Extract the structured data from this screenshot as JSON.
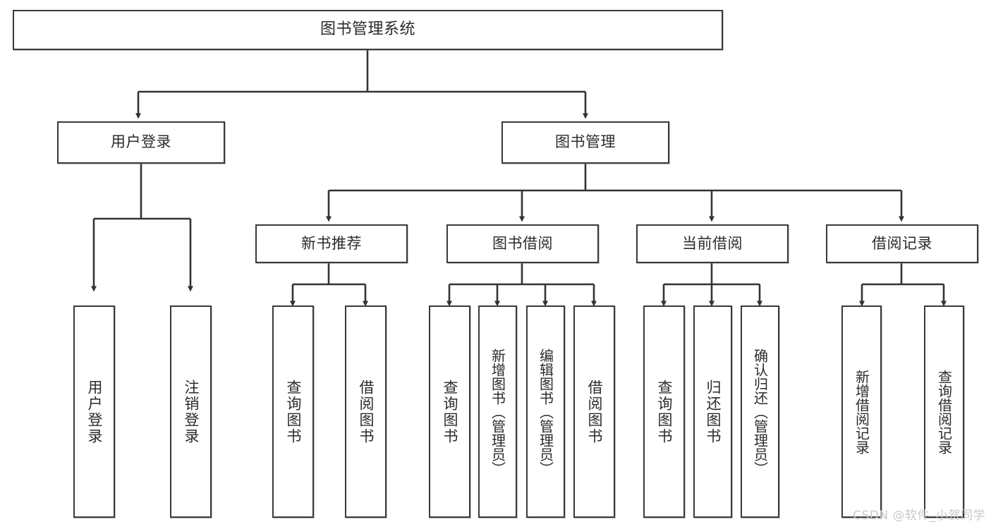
{
  "diagram": {
    "title": "图书管理系统",
    "type": "functional-structure-tree",
    "colors": {
      "background": "#ffffff",
      "border": "#3a3a3a",
      "connector": "#333333",
      "text": "#2b2b2b",
      "watermark": "#c9c9c9"
    },
    "levels": {
      "root": {
        "label": "图书管理系统"
      },
      "level2": [
        {
          "label": "用户登录"
        },
        {
          "label": "图书管理"
        }
      ],
      "level3": [
        {
          "label": "新书推荐"
        },
        {
          "label": "图书借阅"
        },
        {
          "label": "当前借阅"
        },
        {
          "label": "借阅记录"
        }
      ],
      "leaves": {
        "user_login": [
          {
            "label": "用户登录"
          },
          {
            "label": "注销登录"
          }
        ],
        "new_book_recommend": [
          {
            "label": "查询图书"
          },
          {
            "label": "借阅图书"
          }
        ],
        "book_borrow": [
          {
            "label": "查询图书"
          },
          {
            "label": "新增图书（管理员）"
          },
          {
            "label": "编辑图书（管理员）"
          },
          {
            "label": "借阅图书"
          }
        ],
        "current_borrow": [
          {
            "label": "查询图书"
          },
          {
            "label": "归还图书"
          },
          {
            "label": "确认归还（管理员）"
          }
        ],
        "borrow_record": [
          {
            "label": "新增借阅记录"
          },
          {
            "label": "查询借阅记录"
          }
        ]
      }
    }
  },
  "watermark": {
    "text": "CSDN @软件_小贺同学"
  }
}
